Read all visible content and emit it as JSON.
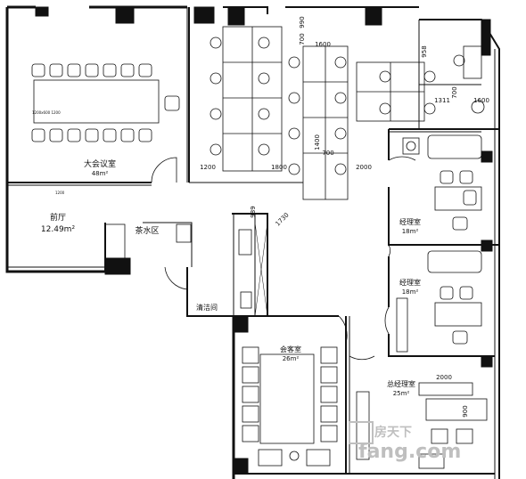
{
  "rooms": {
    "conference_large": {
      "name": "大会议室",
      "area": "48m²"
    },
    "lobby": {
      "name": "前厅",
      "area": "12.49m²"
    },
    "tea_area": {
      "name": "茶水区"
    },
    "cleaning_room": {
      "name": "清洁间"
    },
    "manager_room_1": {
      "name": "经理室",
      "area": "18m²"
    },
    "manager_room_2": {
      "name": "经理室",
      "area": "18m²"
    },
    "reception_room": {
      "name": "会客室",
      "area": "26m²"
    },
    "general_manager_room": {
      "name": "总经理室",
      "area": "25m²"
    }
  },
  "dimensions": {
    "d1200": "1200",
    "d1800": "1800",
    "d2000": "2000",
    "d700_mid": "700",
    "d1400": "1400",
    "d1600": "1600",
    "d990": "990",
    "d700_top": "700",
    "d958": "958",
    "d1311": "1311",
    "d700_right": "700",
    "d1600_right": "1600",
    "d989": "989",
    "d1730": "1730",
    "d2000_gm": "2000",
    "d900_gm": "900"
  },
  "annotations": {
    "small_note_1": "1200x600 1200",
    "small_note_2": "1200"
  },
  "watermark": {
    "part1": "房天下",
    "part2": "fang.com"
  },
  "colors": {
    "line": "#111111",
    "background": "#ffffff",
    "watermark": "#bfbfbf"
  }
}
